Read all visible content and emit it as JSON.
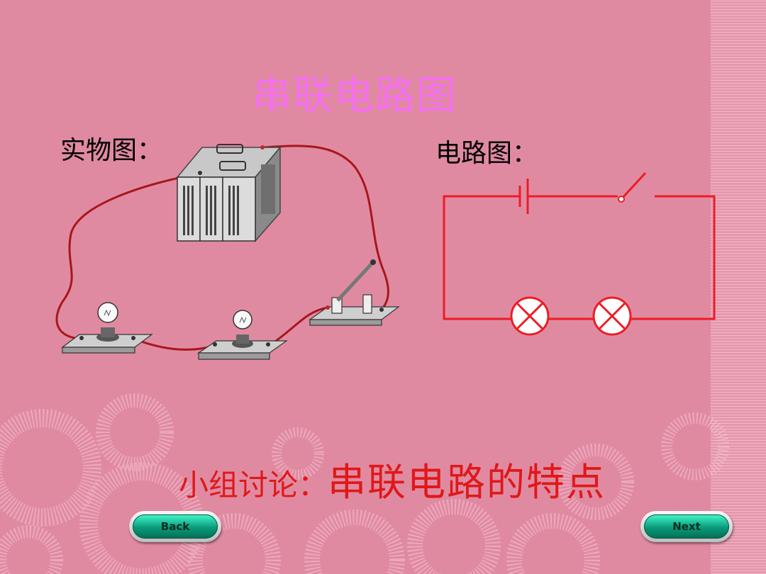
{
  "slide": {
    "title": "串联电路图",
    "real_label": "实物图：",
    "circuit_label": "电路图：",
    "discussion_lead": "小组讨论：",
    "discussion_topic": "串联电路的特点"
  },
  "nav": {
    "back_label": "Back",
    "next_label": "Next"
  },
  "colors": {
    "background": "#e08aa2",
    "title": "#f56ef0",
    "circuit_line": "#ee1c24",
    "discussion_text": "#e01818",
    "button_face": "#0a9a7a"
  }
}
